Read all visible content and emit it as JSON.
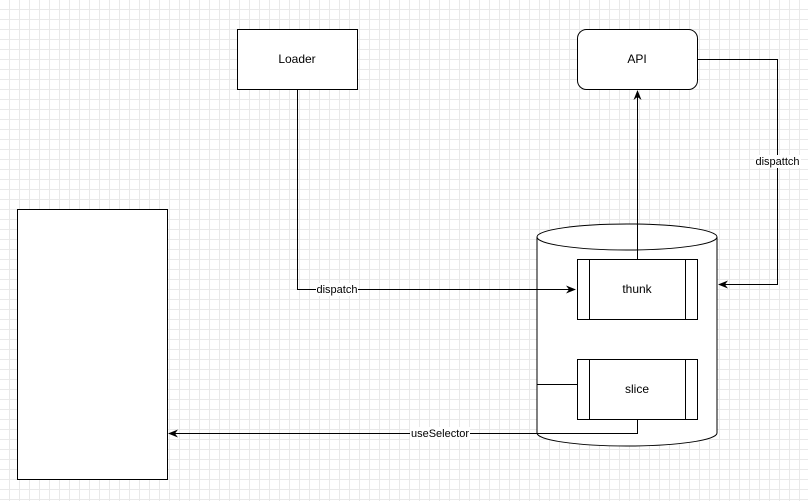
{
  "nodes": {
    "loader": {
      "label": "Loader"
    },
    "api": {
      "label": "API"
    },
    "thunk": {
      "label": "thunk"
    },
    "slice": {
      "label": "slice"
    },
    "store": {
      "label": ""
    },
    "component": {
      "label": ""
    }
  },
  "edges": {
    "loader_to_thunk": {
      "label": "dispatch"
    },
    "api_to_thunk": {
      "label": "dispattch"
    },
    "slice_to_component": {
      "label": "useSelector"
    },
    "thunk_to_api": {
      "label": ""
    }
  },
  "colors": {
    "stroke": "#000000",
    "fill": "#ffffff",
    "grid": "#e9e9e9"
  }
}
